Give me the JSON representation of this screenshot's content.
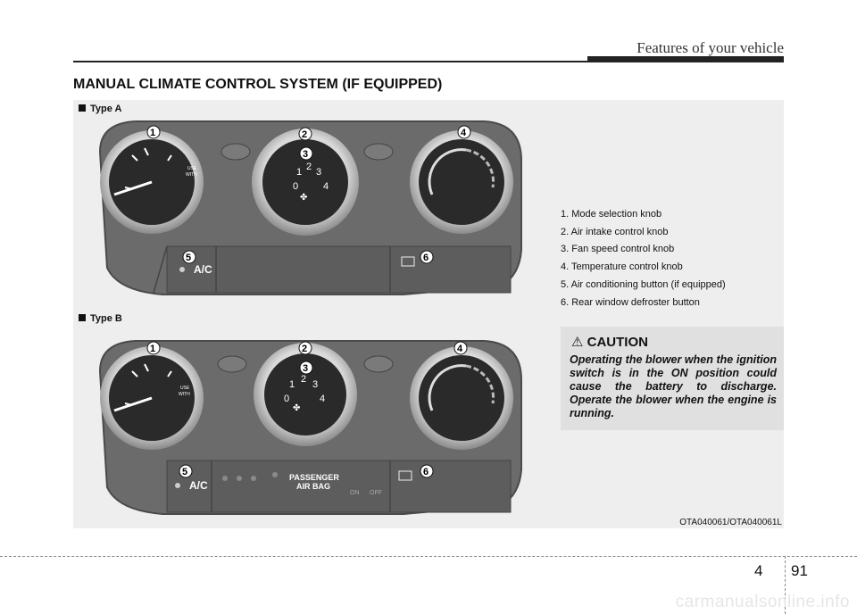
{
  "header": {
    "title": "Features of your vehicle"
  },
  "section": {
    "title": "MANUAL CLIMATE CONTROL SYSTEM (IF EQUIPPED)"
  },
  "panel_a": {
    "label": "Type A",
    "callouts": [
      "1",
      "2",
      "3",
      "4",
      "5",
      "6"
    ],
    "fan_scale": [
      "0",
      "1",
      "2",
      "3",
      "4"
    ],
    "mode_label": [
      "USE",
      "WITH"
    ],
    "ac_label": "A/C"
  },
  "panel_b": {
    "label": "Type B",
    "callouts": [
      "1",
      "2",
      "3",
      "4",
      "5",
      "6"
    ],
    "fan_scale": [
      "0",
      "1",
      "2",
      "3",
      "4"
    ],
    "mode_label": [
      "USE",
      "WITH"
    ],
    "ac_label": "A/C",
    "airbag_label": [
      "PASSENGER",
      "AIR BAG"
    ],
    "airbag_on": "ON",
    "airbag_off": "OFF"
  },
  "legend": [
    "1. Mode selection knob",
    "2. Air intake control knob",
    "3. Fan speed control knob",
    "4. Temperature control knob",
    "5. Air conditioning button (if equipped)",
    "6. Rear window defroster button"
  ],
  "caution": {
    "heading": "CAUTION",
    "text": "Operating the blower when the ignition switch is in the ON position could cause the battery to discharge. Operate the blower when the engine is running."
  },
  "figure_code": "OTA040061/OTA040061L",
  "footer": {
    "chapter": "4",
    "page": "91"
  },
  "watermark": "carmanualsonline.info",
  "colors": {
    "panel_body": "#6b6b6b",
    "knob_dark": "#2a2a2a",
    "background_panel": "#eeeeee",
    "caution_box": "#e0e0e0"
  }
}
